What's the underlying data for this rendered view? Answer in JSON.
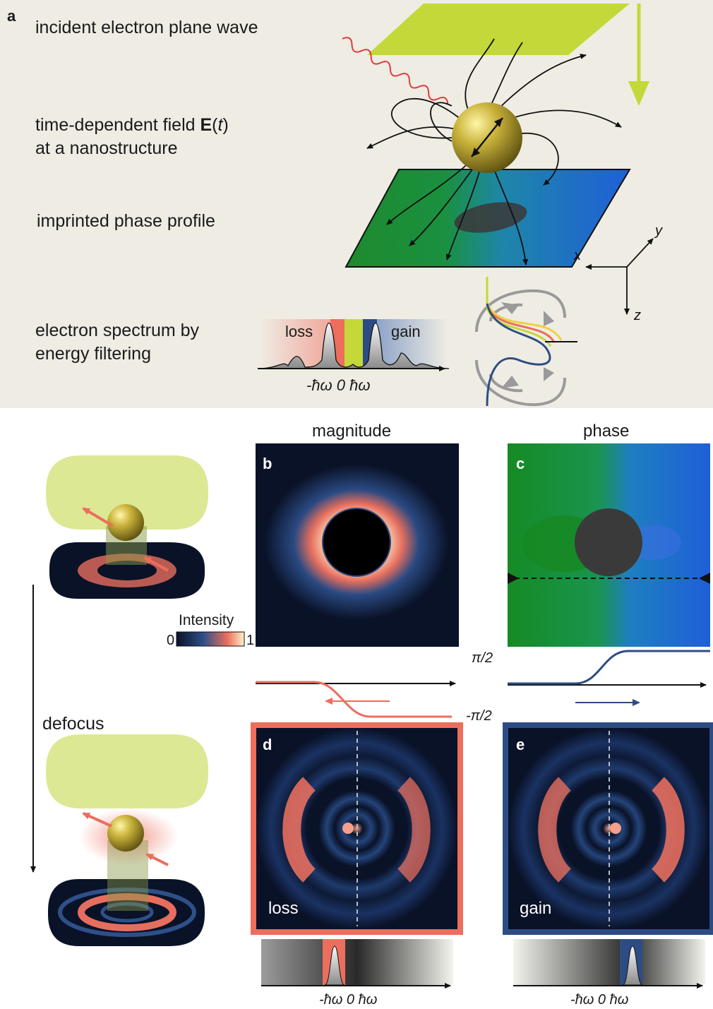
{
  "panel_a": {
    "label": "a",
    "row1": "incident electron plane wave",
    "row2_line1_pre": "time-dependent field ",
    "row2_bold": "E",
    "row2_paren_open": "(",
    "row2_italic": "t",
    "row2_paren_close": ")",
    "row2_line2": "at a nanostructure",
    "row3": "imprinted phase profile",
    "row4_line1": "electron spectrum by",
    "row4_line2": "energy filtering",
    "spectrum_loss": "loss",
    "spectrum_gain": "gain",
    "spectrum_axis": "-ħω 0  ħω",
    "axis_x": "x",
    "axis_y": "y",
    "axis_z": "z"
  },
  "panel_b": {
    "label": "b",
    "header": "magnitude"
  },
  "panel_c": {
    "label": "c",
    "header": "phase"
  },
  "colorbar": {
    "title": "Intensity",
    "min": "0",
    "max": "1"
  },
  "phase_levels": {
    "top": "π/2",
    "bottom": "-π/2"
  },
  "left_column": {
    "defocus": "defocus"
  },
  "panel_d": {
    "label": "d",
    "caption": "loss",
    "axis": "-ħω 0  ħω"
  },
  "panel_e": {
    "label": "e",
    "caption": "gain",
    "axis": "-ħω 0  ħω"
  },
  "colors": {
    "background_a": "#efece4",
    "plane_wave": "#c4d839",
    "loss": "#ec6e5c",
    "gain": "#2d4c84",
    "phase_green": "#1e8a2e",
    "phase_blue": "#1f6cd4"
  }
}
